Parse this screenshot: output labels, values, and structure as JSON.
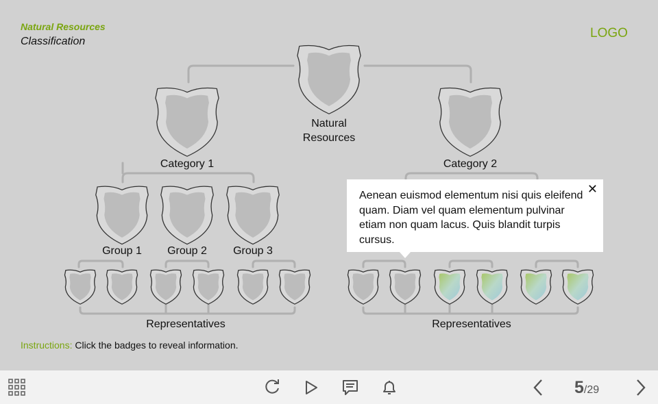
{
  "header": {
    "course_title": "Natural Resources",
    "page_title": "Classification",
    "logo": "LOGO"
  },
  "tree": {
    "root": "Natural\nResources",
    "categories": [
      "Category 1",
      "Category 2"
    ],
    "groups_left": [
      "Group 1",
      "Group 2",
      "Group 3"
    ],
    "representatives_label": "Representatives"
  },
  "popup": {
    "text": "Aenean euismod elementum nisi quis eleifend quam. Diam vel quam elementum pulvinar etiam non quam lacus. Quis blandit turpis cursus.",
    "close_glyph": "✕"
  },
  "instructions": {
    "highlight": "Instructions:",
    "text": "Click the badges to reveal information."
  },
  "navbar": {
    "icons": [
      "menu-grid-icon",
      "replay-icon",
      "play-icon",
      "transcript-icon",
      "notification-bell-icon",
      "prev-arrow-icon",
      "next-arrow-icon"
    ],
    "page_current": "5",
    "page_total": "/29"
  },
  "colors": {
    "accent": "#7aa510",
    "background": "#d1d1d1",
    "badge_fill": "#bcbcbc",
    "badge_outer": "#d9d9d9",
    "connector": "#b0b0b0",
    "bar": "#f2f2f2"
  }
}
